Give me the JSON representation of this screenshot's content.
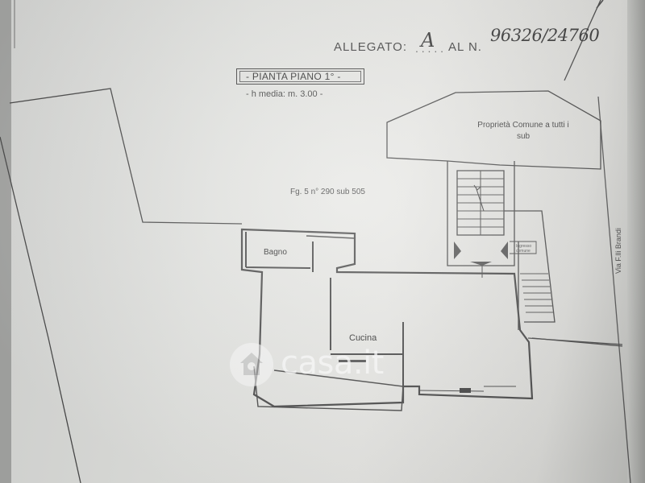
{
  "header": {
    "allegato_label": "ALLEGATO:",
    "allegato_letter": "A",
    "al_n_label": "AL N.",
    "ref_number": "96326/24760"
  },
  "plan": {
    "title": "- PIANTA PIANO 1° -",
    "height": "- h media: m. 3.00 -",
    "common_property": "Proprietà Comune a tutti i sub",
    "parcel_ref": "Fg. 5 n° 290 sub 505",
    "entrance": "Ingresso comune",
    "street": "Via F.lli Brandi"
  },
  "rooms": {
    "bagno": "Bagno",
    "cucina": "Cucina"
  },
  "watermark": {
    "text": "casa.it"
  }
}
